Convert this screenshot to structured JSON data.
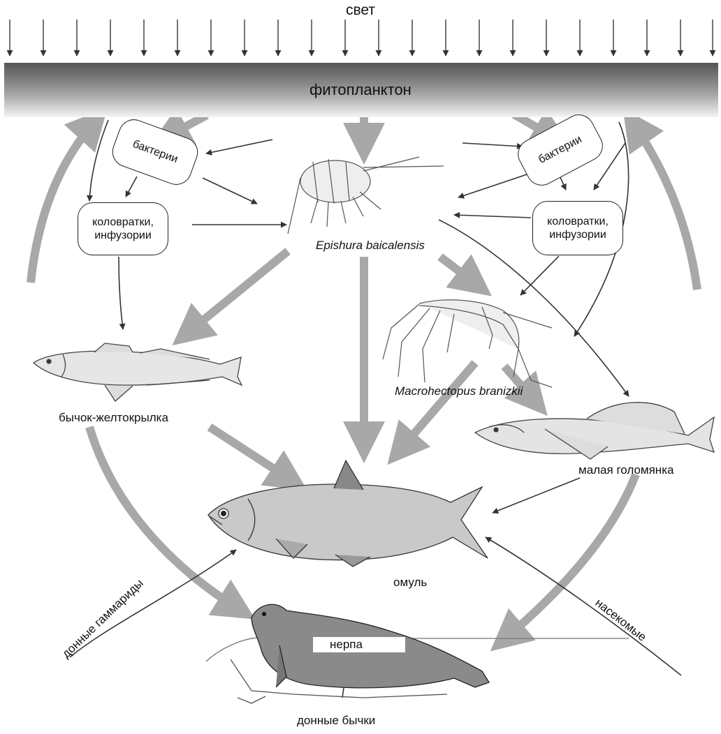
{
  "labels": {
    "light": "свет",
    "phytoplankton": "фитопланктон",
    "bacteria_left": "бактерии",
    "bacteria_right": "бактерии",
    "rotifers_left_line1": "коловратки,",
    "rotifers_left_line2": "инфузории",
    "rotifers_right_line1": "коловратки,",
    "rotifers_right_line2": "инфузории",
    "epishura": "Epishura baicalensis",
    "macrohectopus": "Macrohectopus branizkii",
    "yellowfin": "бычок-желтокрылка",
    "golomyanka": "малая голомянка",
    "omul": "омуль",
    "nerpa": "нерпа",
    "bottom_gammarids": "донные гаммариды",
    "insects": "насекомые",
    "bottom_gobies": "донные бычки"
  },
  "colors": {
    "thick_arrow": "#a8a8a8",
    "thin_arrow": "#333333",
    "phyto_band_dark": "#555555"
  },
  "icons": {
    "epishura": "copepod-icon",
    "macrohectopus": "amphipod-icon",
    "yellowfin": "sculpin-fish-icon",
    "golomyanka": "golomyanka-fish-icon",
    "omul": "omul-fish-icon",
    "nerpa": "seal-icon"
  }
}
